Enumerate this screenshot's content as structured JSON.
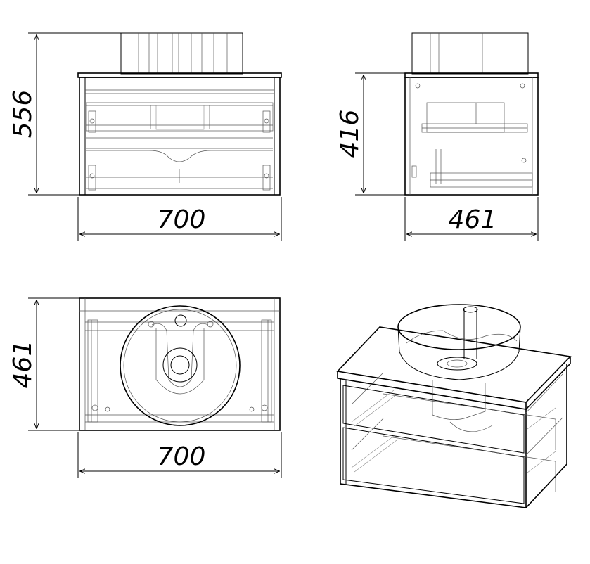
{
  "dimensions": {
    "front_height": "556",
    "front_width": "700",
    "side_height": "416",
    "side_depth": "461",
    "top_depth": "461",
    "top_width": "700"
  },
  "colors": {
    "line": "#000000",
    "detail": "#555555",
    "background": "#ffffff"
  }
}
